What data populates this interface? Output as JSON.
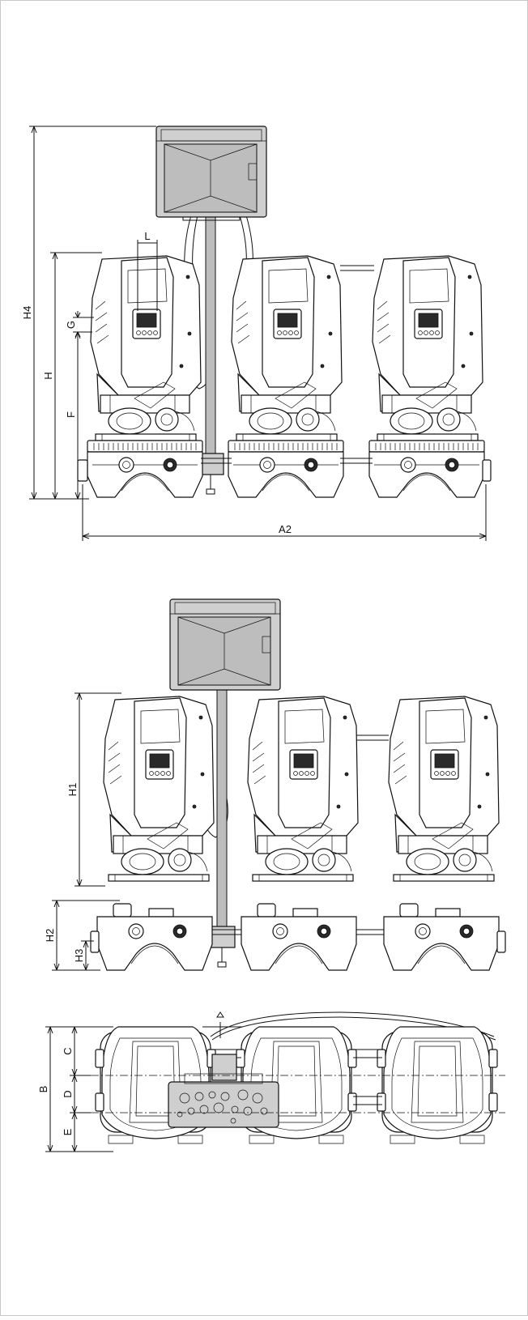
{
  "figure": {
    "border_color": "#c8c8c8",
    "housing_color": "#cfcfcf",
    "line_color": "#111111"
  },
  "labels": {
    "front": {
      "h4": "H4",
      "h": "H",
      "l": "L",
      "g": "G",
      "f": "F",
      "a2": "A2"
    },
    "exploded": {
      "h1": "H1",
      "h2": "H2",
      "h3": "H3"
    },
    "top": {
      "b": "B",
      "c": "C",
      "d": "D",
      "e": "E"
    }
  }
}
